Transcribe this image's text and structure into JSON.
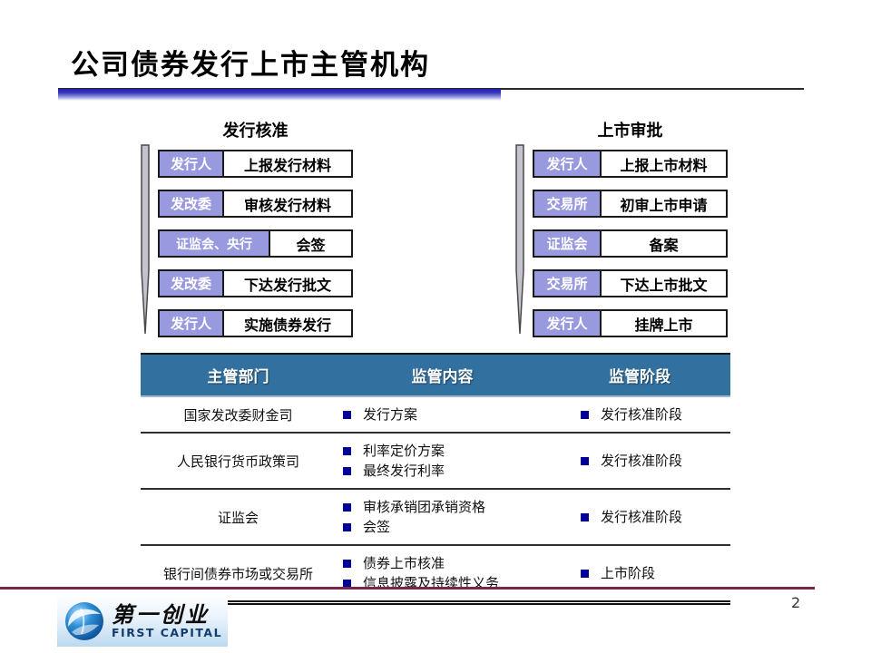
{
  "slide": {
    "title": "公司债券发行上市主管机构",
    "page_number": "2"
  },
  "flows": [
    {
      "title": "发行核准",
      "steps": [
        {
          "actor": "发行人",
          "action": "上报发行材料"
        },
        {
          "actor": "发改委",
          "action": "审核发行材料"
        },
        {
          "actor": "证监会、央行",
          "action": "会签"
        },
        {
          "actor": "发改委",
          "action": "下达发行批文"
        },
        {
          "actor": "发行人",
          "action": "实施债券发行"
        }
      ]
    },
    {
      "title": "上市审批",
      "steps": [
        {
          "actor": "发行人",
          "action": "上报上市材料"
        },
        {
          "actor": "交易所",
          "action": "初审上市申请"
        },
        {
          "actor": "证监会",
          "action": "备案"
        },
        {
          "actor": "交易所",
          "action": "下达上市批文"
        },
        {
          "actor": "发行人",
          "action": "挂牌上市"
        }
      ]
    }
  ],
  "table": {
    "headers": [
      "主管部门",
      "监管内容",
      "监管阶段"
    ],
    "rows": [
      {
        "department": "国家发改委财金司",
        "content": [
          "发行方案"
        ],
        "stage": [
          "发行核准阶段"
        ]
      },
      {
        "department": "人民银行货币政策司",
        "content": [
          "利率定价方案",
          "最终发行利率"
        ],
        "stage": [
          "发行核准阶段"
        ]
      },
      {
        "department": "证监会",
        "content": [
          "审核承销团承销资格",
          "会签"
        ],
        "stage": [
          "发行核准阶段"
        ]
      },
      {
        "department": "银行间债券市场或交易所",
        "content": [
          "债券上市核准",
          "信息披露及持续性义务"
        ],
        "stage": [
          "上市阶段"
        ]
      }
    ]
  },
  "footer": {
    "logo_cn": "第一创业",
    "logo_en": "FIRST CAPITAL"
  },
  "colors": {
    "actor_box_bg": "#9999e0",
    "table_header_bg": "#31709f",
    "bullet_navy": "#000099",
    "footer_line_maroon": "#772645",
    "title_bar_blue": "#1d1da8"
  }
}
